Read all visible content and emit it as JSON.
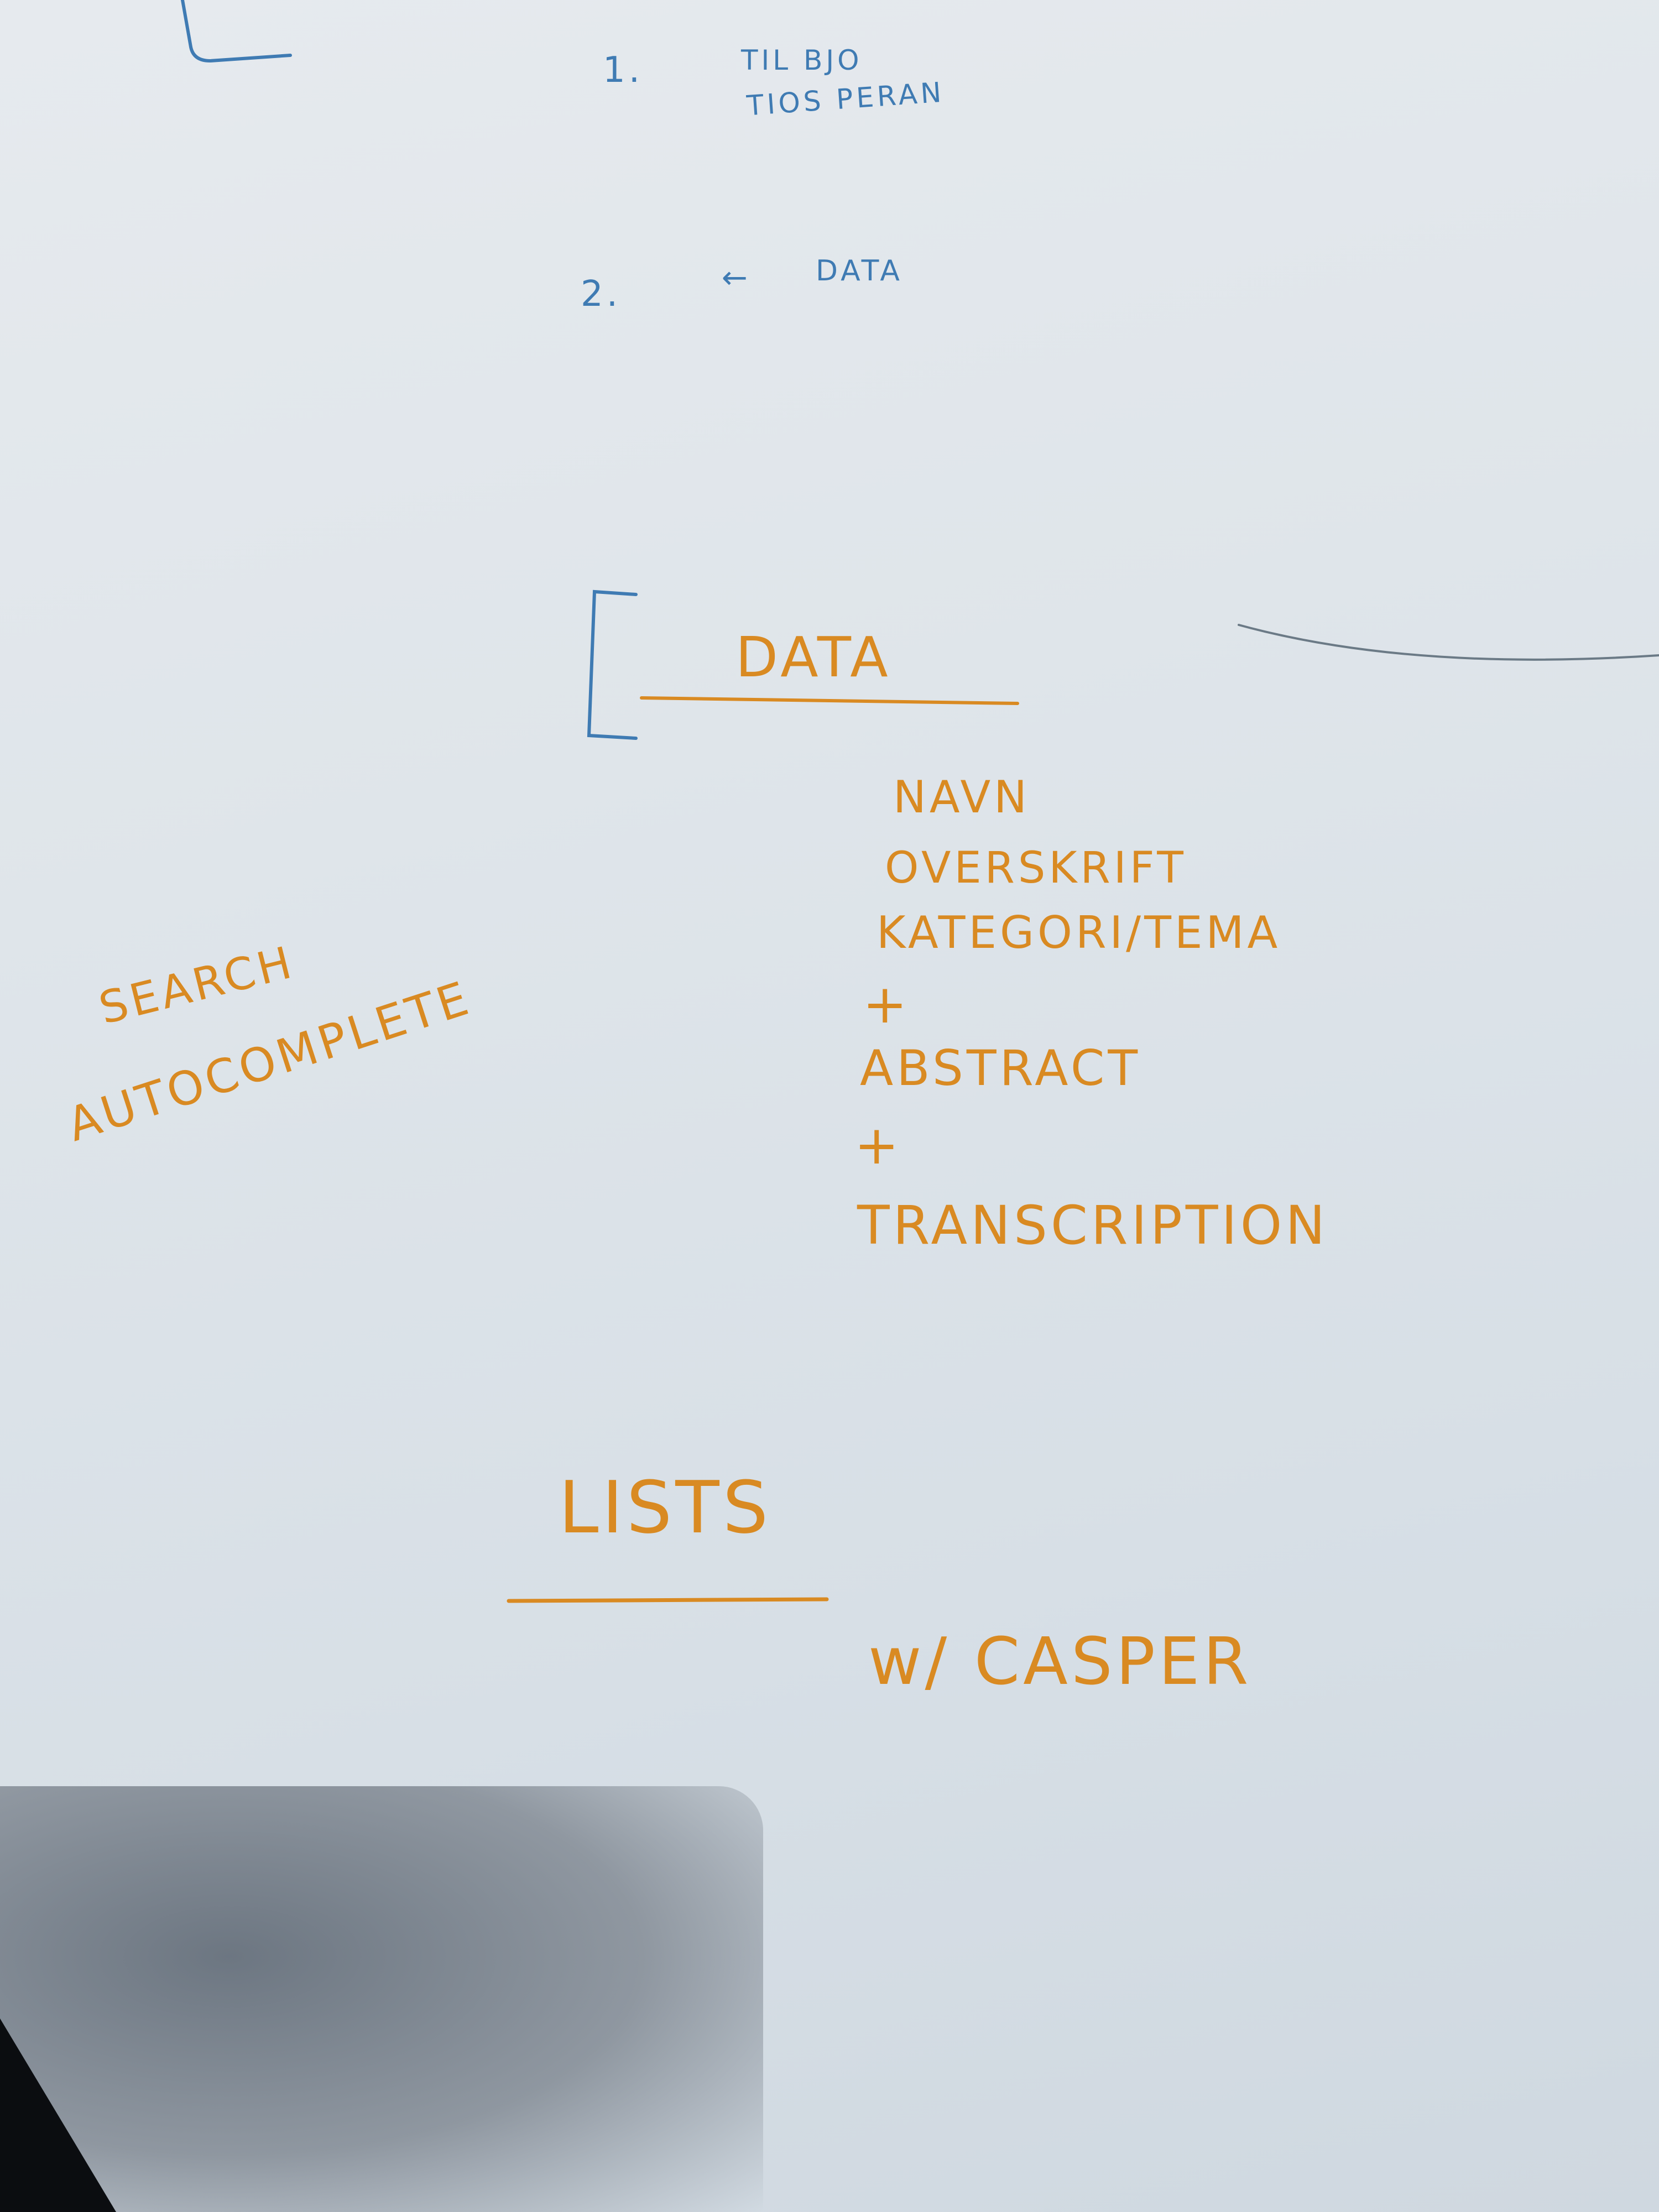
{
  "notes": {
    "item_1_number": "1.",
    "item_1_line_a": "TIL BJO",
    "item_1_line_b": "TIOS PERAN",
    "item_2_number": "2.",
    "item_2_arrow": "←",
    "item_2_text": "DATA",
    "data_heading": "DATA",
    "data_fields": [
      "NAVN",
      "OVERSKRIFT",
      "KATEGORI/TEMA",
      "+",
      "ABSTRACT",
      "+",
      "TRANSCRIPTION"
    ],
    "search_line_1": "SEARCH",
    "search_line_2": "AUTOCOMPLETE",
    "lists_heading": "LISTS",
    "lists_note": "w/ CASPER"
  },
  "colors": {
    "paper": "#dfe5ea",
    "blue_ink": "#3f7bb3",
    "orange_ink": "#d98a22"
  }
}
